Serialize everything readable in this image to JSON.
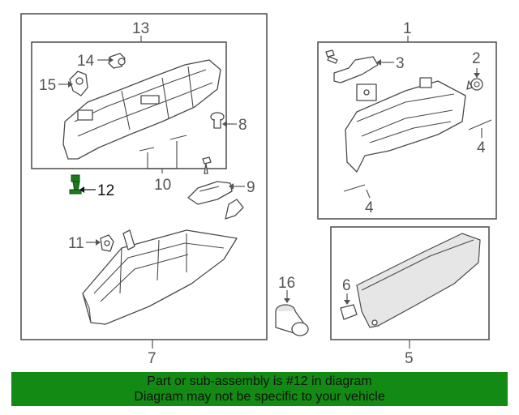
{
  "callouts": {
    "c1": "1",
    "c2": "2",
    "c3": "3",
    "c4a": "4",
    "c4b": "4",
    "c5": "5",
    "c6": "6",
    "c7": "7",
    "c8": "8",
    "c9": "9",
    "c10": "10",
    "c11": "11",
    "c12": "12",
    "c13": "13",
    "c14": "14",
    "c15": "15",
    "c16": "16"
  },
  "highlight": {
    "part": "12",
    "color": "#1c7a1c"
  },
  "banner": {
    "line1": "Part or sub-assembly is #12 in diagram",
    "line2": "Diagram may not be specific to your vehicle",
    "color": "#138a13"
  }
}
